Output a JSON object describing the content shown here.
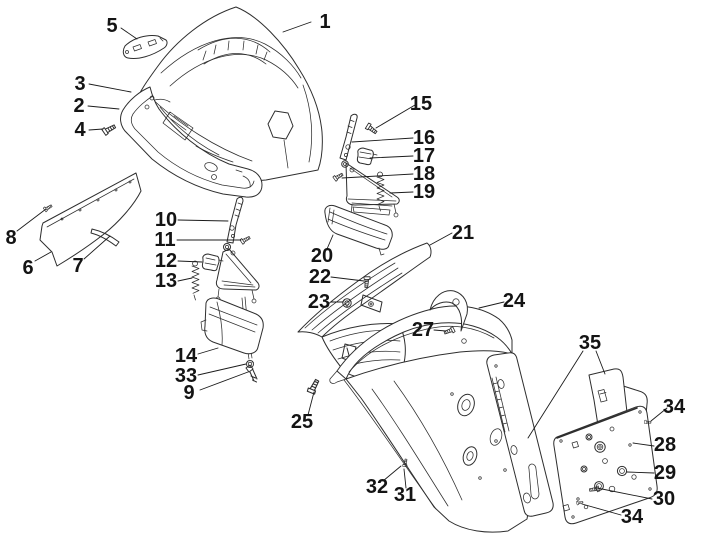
{
  "diagram": {
    "type": "exploded-parts-diagram",
    "background_color": "#ffffff",
    "line_color": "#2e2e2e",
    "label_color": "#141414"
  },
  "callouts": [
    {
      "number": "1"
    },
    {
      "number": "5"
    },
    {
      "number": "3"
    },
    {
      "number": "2"
    },
    {
      "number": "4"
    },
    {
      "number": "8"
    },
    {
      "number": "6"
    },
    {
      "number": "7"
    },
    {
      "number": "10"
    },
    {
      "number": "11"
    },
    {
      "number": "12"
    },
    {
      "number": "13"
    },
    {
      "number": "14"
    },
    {
      "number": "33"
    },
    {
      "number": "9"
    },
    {
      "number": "15"
    },
    {
      "number": "16"
    },
    {
      "number": "17"
    },
    {
      "number": "18"
    },
    {
      "number": "19"
    },
    {
      "number": "20"
    },
    {
      "number": "21"
    },
    {
      "number": "22"
    },
    {
      "number": "23"
    },
    {
      "number": "24"
    },
    {
      "number": "27"
    },
    {
      "number": "25"
    },
    {
      "number": "32"
    },
    {
      "number": "31"
    },
    {
      "number": "35"
    },
    {
      "number": "34"
    },
    {
      "number": "28"
    },
    {
      "number": "29"
    },
    {
      "number": "30"
    },
    {
      "number": "34"
    }
  ]
}
